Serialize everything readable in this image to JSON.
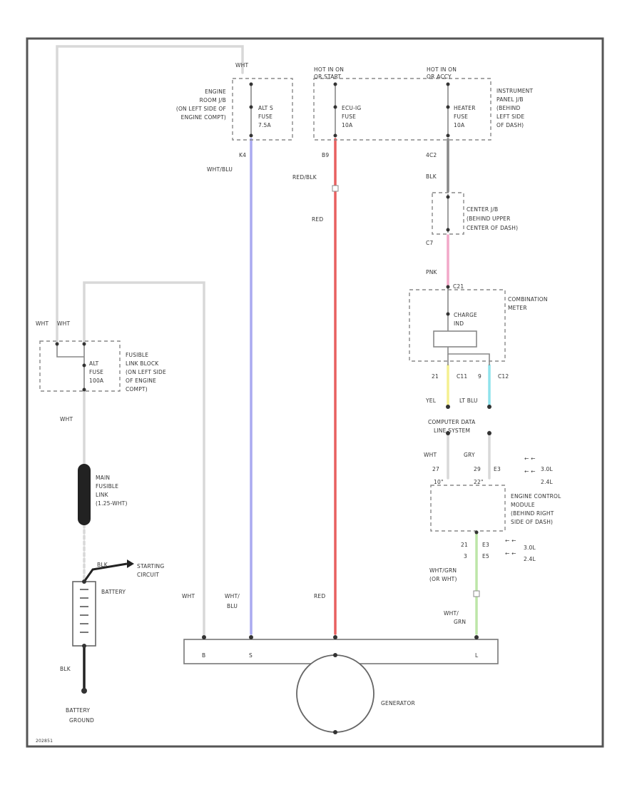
{
  "colors": {
    "wht": "#d8d8d8",
    "wht_blu": "#aaaaf0",
    "red": "#e86060",
    "blk": "#888888",
    "pnk": "#f2a8c8",
    "yel": "#f5f090",
    "lt_blu": "#8fe3ec",
    "wht_grn": "#bde6a8",
    "frame": "#555555"
  },
  "fuses": {
    "alt_s": {
      "hot_label": "WHT",
      "name": [
        "ALT S",
        "FUSE",
        "7.5A"
      ],
      "location": [
        "ENGINE",
        "ROOM J/B",
        "(ON LEFT SIDE OF",
        "ENGINE COMPT)"
      ]
    },
    "ecu_ig": {
      "hot_label": [
        "HOT IN ON",
        "OR START"
      ],
      "name": [
        "ECU-IG",
        "FUSE",
        "10A"
      ]
    },
    "heater": {
      "hot_label": [
        "HOT IN ON",
        "OR ACCY"
      ],
      "name": [
        "HEATER",
        "FUSE",
        "10A"
      ],
      "location": [
        "INSTRUMENT",
        "PANEL J/B",
        "(BEHIND",
        "LEFT SIDE",
        "OF DASH)"
      ]
    },
    "alt_fusible": {
      "name": [
        "ALT",
        "FUSE",
        "100A"
      ],
      "location": [
        "FUSIBLE",
        "LINK BLOCK",
        "(ON LEFT SIDE",
        "OF ENGINE",
        "COMPT)"
      ],
      "wire_labels": [
        "WHT",
        "WHT"
      ]
    }
  },
  "wires": {
    "sense_pin": "K4",
    "sense_color": "WHT/BLU",
    "ign_pin": "B9",
    "ign_color": "RED/BLK",
    "ign_color2": "RED",
    "heater_pin": "4C2",
    "heater_color": "BLK",
    "pnk_pin": "C7",
    "pnk_color": "PNK",
    "c21": "C21",
    "yel_pin": "21",
    "yel_conn": "C11",
    "yel_color": "YEL",
    "ltblu_pin": "9",
    "ltblu_conn": "C12",
    "ltblu_color": "LT BLU",
    "wht_pin": "27",
    "wht_color": "WHT",
    "wht_conn": "10\"",
    "grn_pin": "29",
    "grn_conn": "E3",
    "grn_conn2": "22\"",
    "grn_color": "GRY",
    "ecm_pin1": "21",
    "ecm_conn1": "E3",
    "ecm_pin2": "3",
    "ecm_conn2": "E5",
    "ecm_wire": [
      "WHT/GRN",
      "(OR WHT)"
    ],
    "fusible_wht": "WHT",
    "b_wire": "WHT",
    "s_wire": [
      "WHT/",
      "BLU"
    ],
    "ig_wire": "RED",
    "l_wire": [
      "WHT/",
      "GRN"
    ],
    "gnd_wire": "BLK",
    "starting_wire": "BLK"
  },
  "labels": {
    "center_jb": [
      "CENTER J/B",
      "(BEHIND UPPER",
      "CENTER OF DASH)"
    ],
    "combination_meter": [
      "COMBINATION",
      "METER"
    ],
    "charge_ind": [
      "CHARGE",
      "IND"
    ],
    "computer_data": [
      "COMPUTER DATA",
      "LINE SYSTEM"
    ],
    "engine_ecm": [
      "ENGINE CONTROL",
      "MODULE",
      "(BEHIND RIGHT",
      "SIDE OF DASH)"
    ],
    "engine_variants_top": [
      "3.0L",
      "2.4L"
    ],
    "engine_variants_bottom": [
      "3.0L",
      "2.4L"
    ],
    "main_fusible": [
      "MAIN",
      "FUSIBLE",
      "LINK",
      "(1.25-WHT)"
    ],
    "starting_circuit": [
      "STARTING",
      "CIRCUIT"
    ],
    "battery": "BATTERY",
    "battery_ground": [
      "BATTERY",
      "GROUND"
    ],
    "generator": "GENERATOR",
    "gen_terminals": {
      "b": "B",
      "s": "S",
      "ig": "",
      "l": "L"
    },
    "figure_id": "202851"
  }
}
